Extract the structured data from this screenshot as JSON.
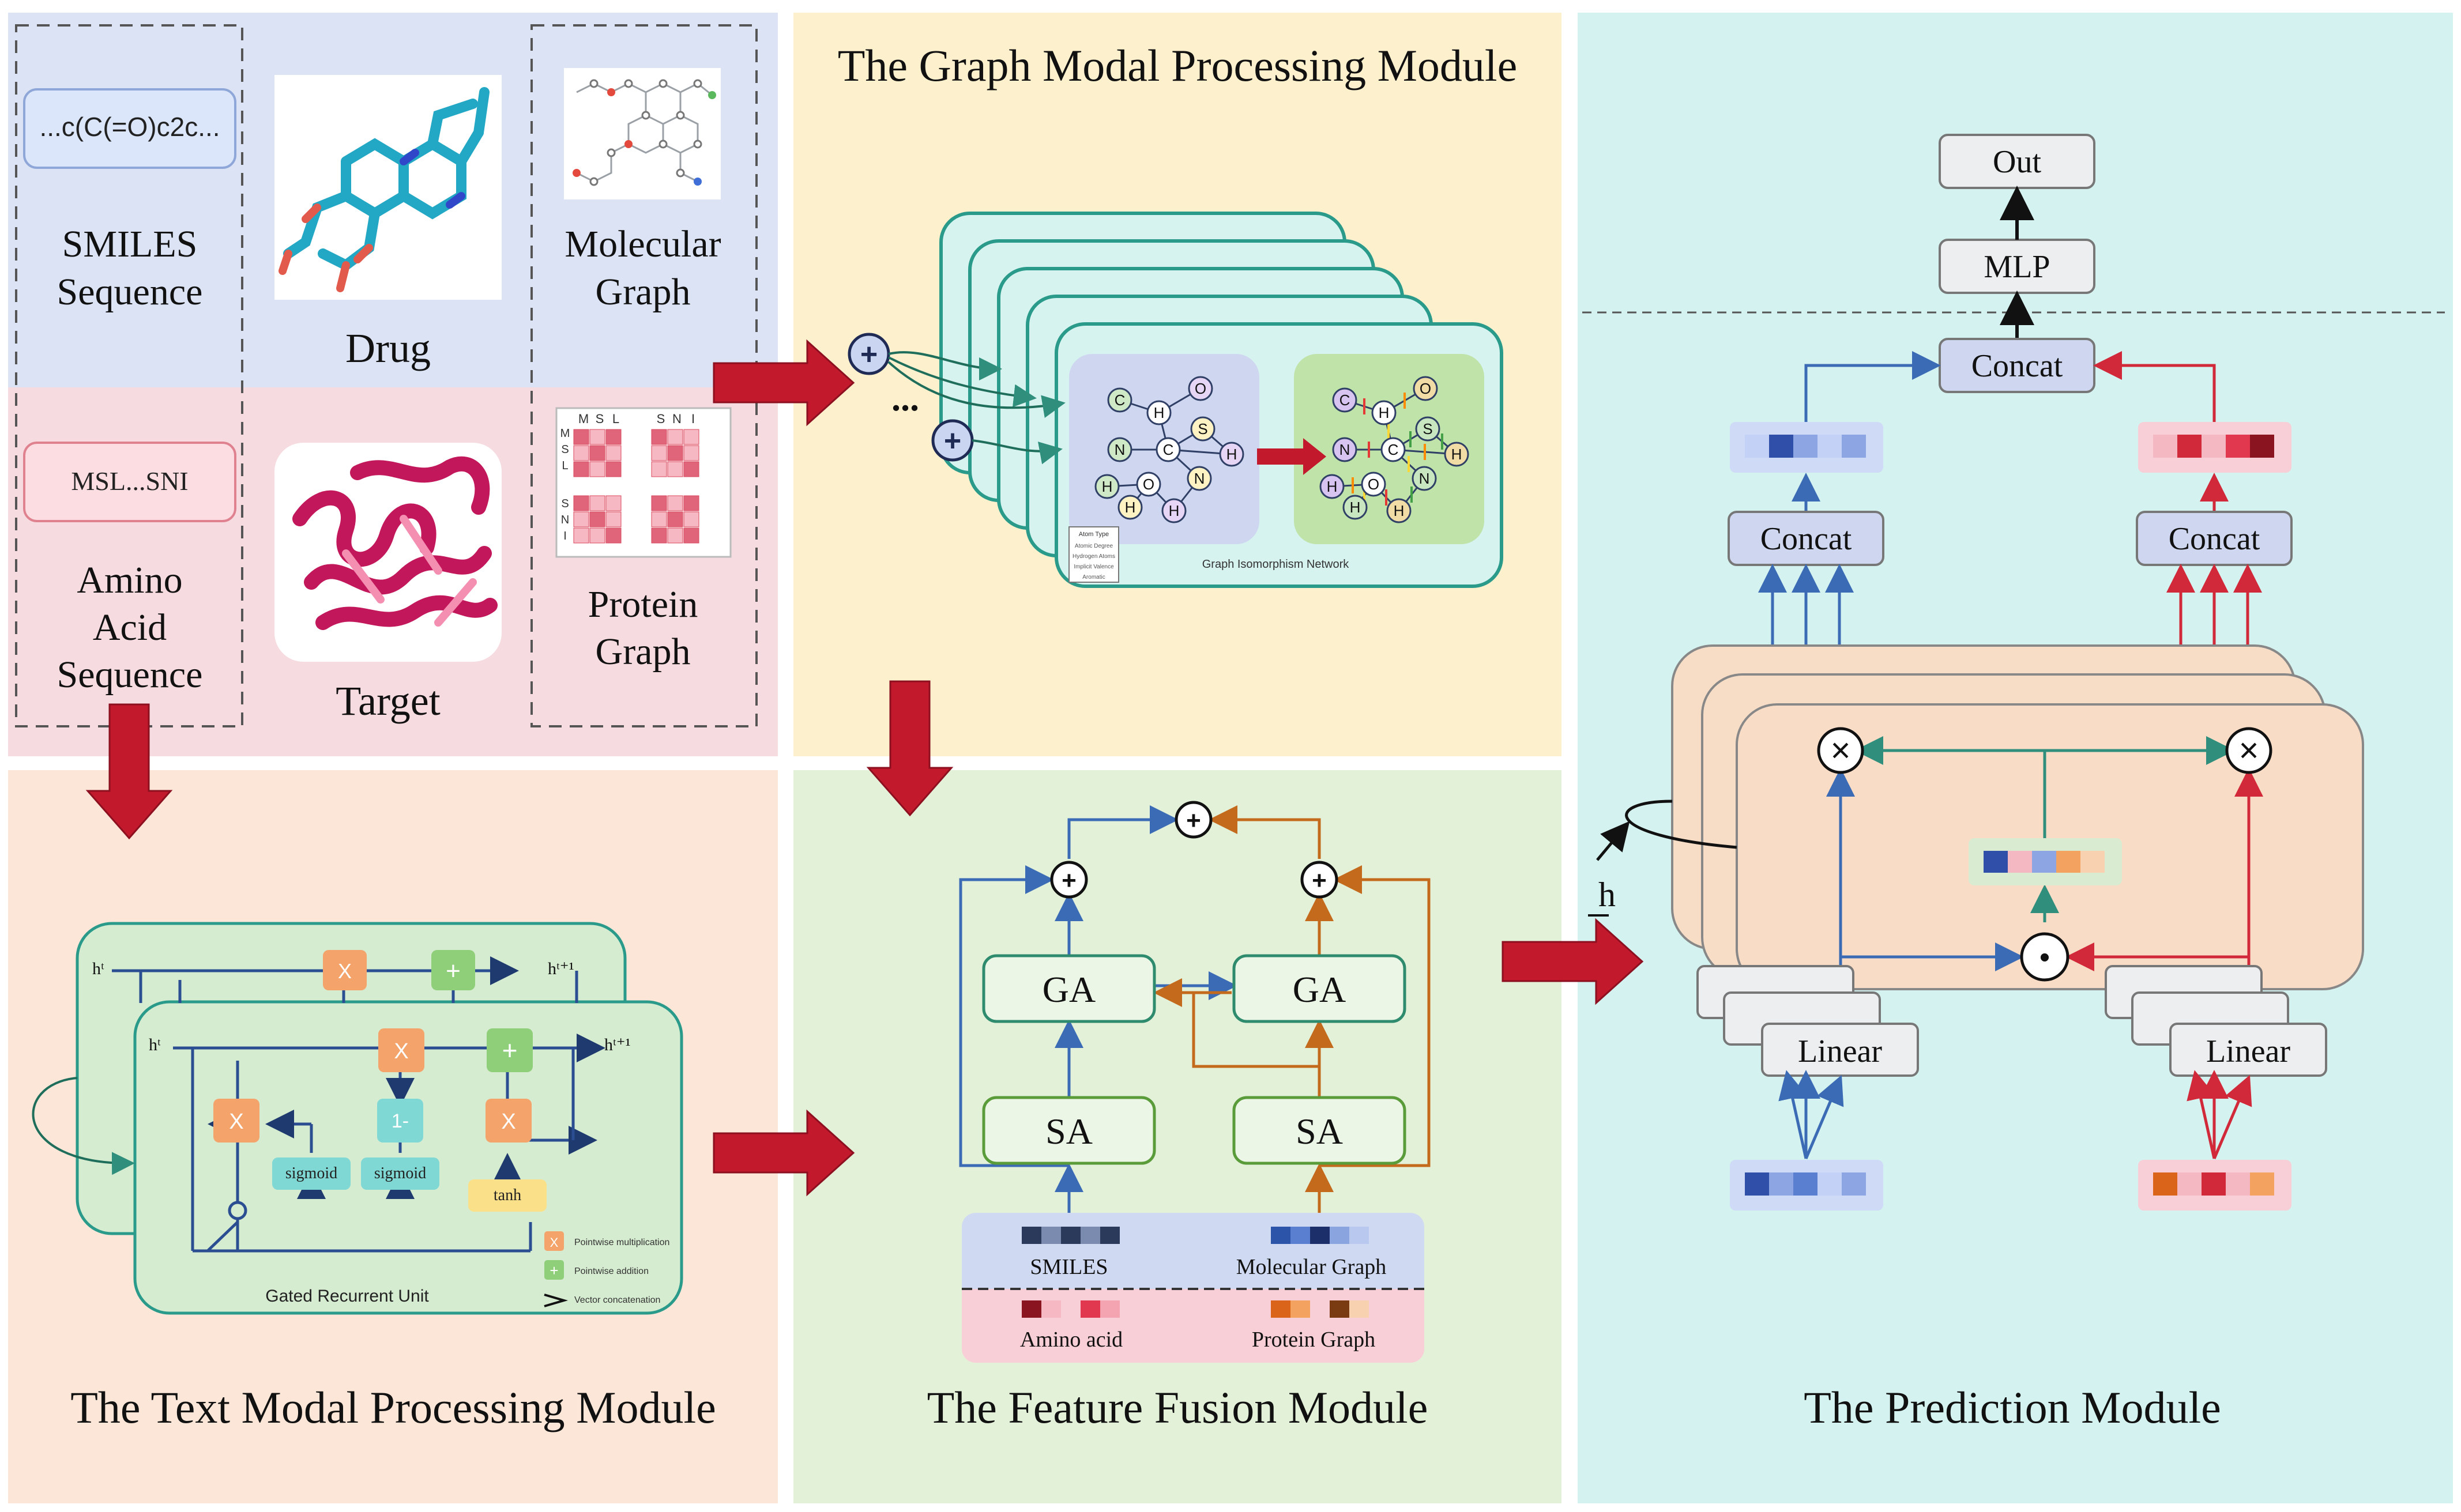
{
  "colors": {
    "panel_input_top": "#dbe3f4",
    "panel_input_bottom": "#f6dbe0",
    "panel_graph": "#fdf0cd",
    "panel_text": "#fbe6d7",
    "panel_fusion": "#e4f1d9",
    "panel_prediction": "#d4f2ef",
    "arrow_red": "#c3192d",
    "line_blue": "#3b6bb5",
    "line_orange": "#c46a1c",
    "line_red": "#d2293a",
    "teal": "#2f8f7c"
  },
  "input": {
    "smiles_snippet": "...c(C(=O)c2c...",
    "smiles_label_1": "SMILES",
    "smiles_label_2": "Sequence",
    "drug_label": "Drug",
    "molecular_graph_1": "Molecular",
    "molecular_graph_2": "Graph",
    "amino_snippet": "MSL...SNI",
    "amino_label_1": "Amino",
    "amino_label_2": "Acid",
    "amino_label_3": "Sequence",
    "target_label": "Target",
    "protein_graph_1": "Protein",
    "protein_graph_2": "Graph",
    "matrix_top_letters": [
      "M",
      "S",
      "L",
      "S",
      "N",
      "I"
    ],
    "matrix_side_letters": [
      "M",
      "S",
      "L",
      "S",
      "N",
      "I"
    ]
  },
  "graph_module": {
    "title": "The Graph Modal Processing Module",
    "ellipsis": "...",
    "gin_caption": "Graph Isomorphism Network",
    "atoms": [
      "C",
      "H",
      "O",
      "S",
      "N",
      "C",
      "H",
      "N",
      "H",
      "O",
      "H",
      "H"
    ],
    "legend_title": "Atom Type",
    "legend_items": [
      "Atomic Degree",
      "Hydrogen Atoms",
      "Implicit Valence",
      "Aromatic"
    ]
  },
  "text_module": {
    "title": "The Text Modal Processing Module",
    "ht": "hᵗ",
    "ht1": "hᵗ⁺¹",
    "x_symbol": "X",
    "plus_symbol": "+",
    "one_minus": "1-",
    "sigmoid": "sigmoid",
    "tanh": "tanh",
    "gru_caption": "Gated Recurrent Unit",
    "legend_mult": "Pointwise multiplication",
    "legend_add": "Pointwise addition",
    "legend_concat": "Vector concatenation"
  },
  "fusion_module": {
    "title": "The Feature Fusion Module",
    "ga": "GA",
    "sa": "SA",
    "smiles": "SMILES",
    "molecular_graph": "Molecular Graph",
    "amino_acid": "Amino acid",
    "protein_graph": "Protein Graph"
  },
  "prediction_module": {
    "title": "The Prediction Module",
    "out": "Out",
    "mlp": "MLP",
    "concat": "Concat",
    "linear": "Linear",
    "h_label": "h",
    "times": "×",
    "dot": "•"
  }
}
